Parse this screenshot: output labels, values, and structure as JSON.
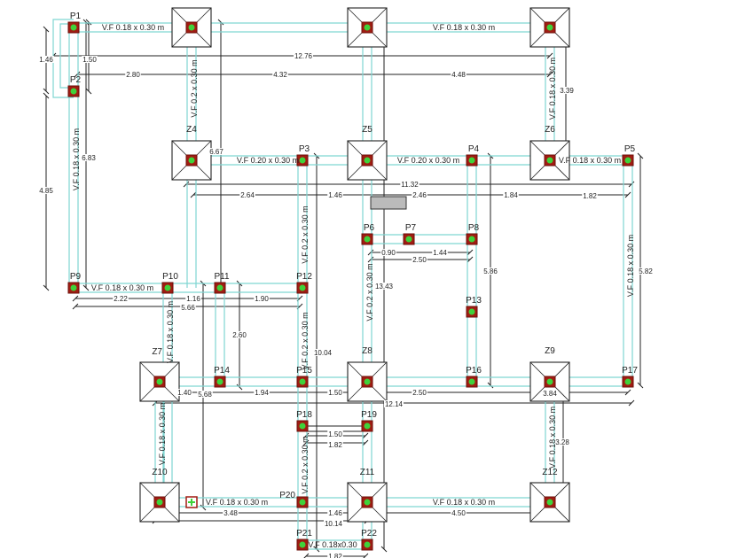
{
  "drawing": {
    "colors": {
      "beam": "#7fd6d2",
      "column": "#a11c12",
      "column_core": "#3fd23a",
      "line": "#222222"
    },
    "columns": [
      "P1",
      "P2",
      "P3",
      "P4",
      "P5",
      "P6",
      "P7",
      "P8",
      "P9",
      "P10",
      "P11",
      "P12",
      "P13",
      "P14",
      "P15",
      "P16",
      "P17",
      "P18",
      "P19",
      "P20",
      "P21",
      "P22"
    ],
    "footings": [
      "Z4",
      "Z5",
      "Z6",
      "Z7",
      "Z8",
      "Z9",
      "Z10",
      "Z11",
      "Z12"
    ],
    "beam_labels": [
      "V.F 0.18 x 0.30 m",
      "V.F 0.2 x 0.30 m",
      "V.F 0.18 x 0.30 m",
      "V.F 0.18 x 0.30 m",
      "V.F 0.18 x 0.30 m",
      "V.F 0.20 x 0.30 m",
      "V.F 0.20 x 0.30 m",
      "V.F 0.18 x 0.30 m",
      "V.F 0.2 x 0.30 m",
      "V.F 0.2 x 0.30 m",
      "V.F 0.18 x 0.30 m",
      "V.F 0.18 x 0.30 m",
      "V.F 0.18 x 0.30 m",
      "V.F 0.2 x 0.30 m",
      "V.F 0.18 x 0.30 m",
      "V.F 0.2 x 0.30 m",
      "V.F 0.18 x 0.30 m",
      "V.F 0.18 x 0.30 m",
      "V.F 0.18 x 0.30 m",
      "V.F 0.18x0.30"
    ],
    "dimensions": [
      "1.46",
      "1.50",
      "12.76",
      "2.80",
      "4.32",
      "4.48",
      "3.39",
      "6.83",
      "4.85",
      "6.67",
      "2.64",
      "1.46",
      "2.46",
      "1.84",
      "1.82",
      "11.32",
      "0.90",
      "1.44",
      "2.50",
      "5.86",
      "5.82",
      "13.43",
      "2.22",
      "1.16",
      "1.90",
      "5.66",
      "2.60",
      "10.04",
      "1.40",
      "5.68",
      "1.94",
      "1.50",
      "2.50",
      "3.84",
      "12.14",
      "1.50",
      "1.82",
      "3.28",
      "3.48",
      "1.46",
      "10.14",
      "4.50",
      "1.82"
    ]
  }
}
